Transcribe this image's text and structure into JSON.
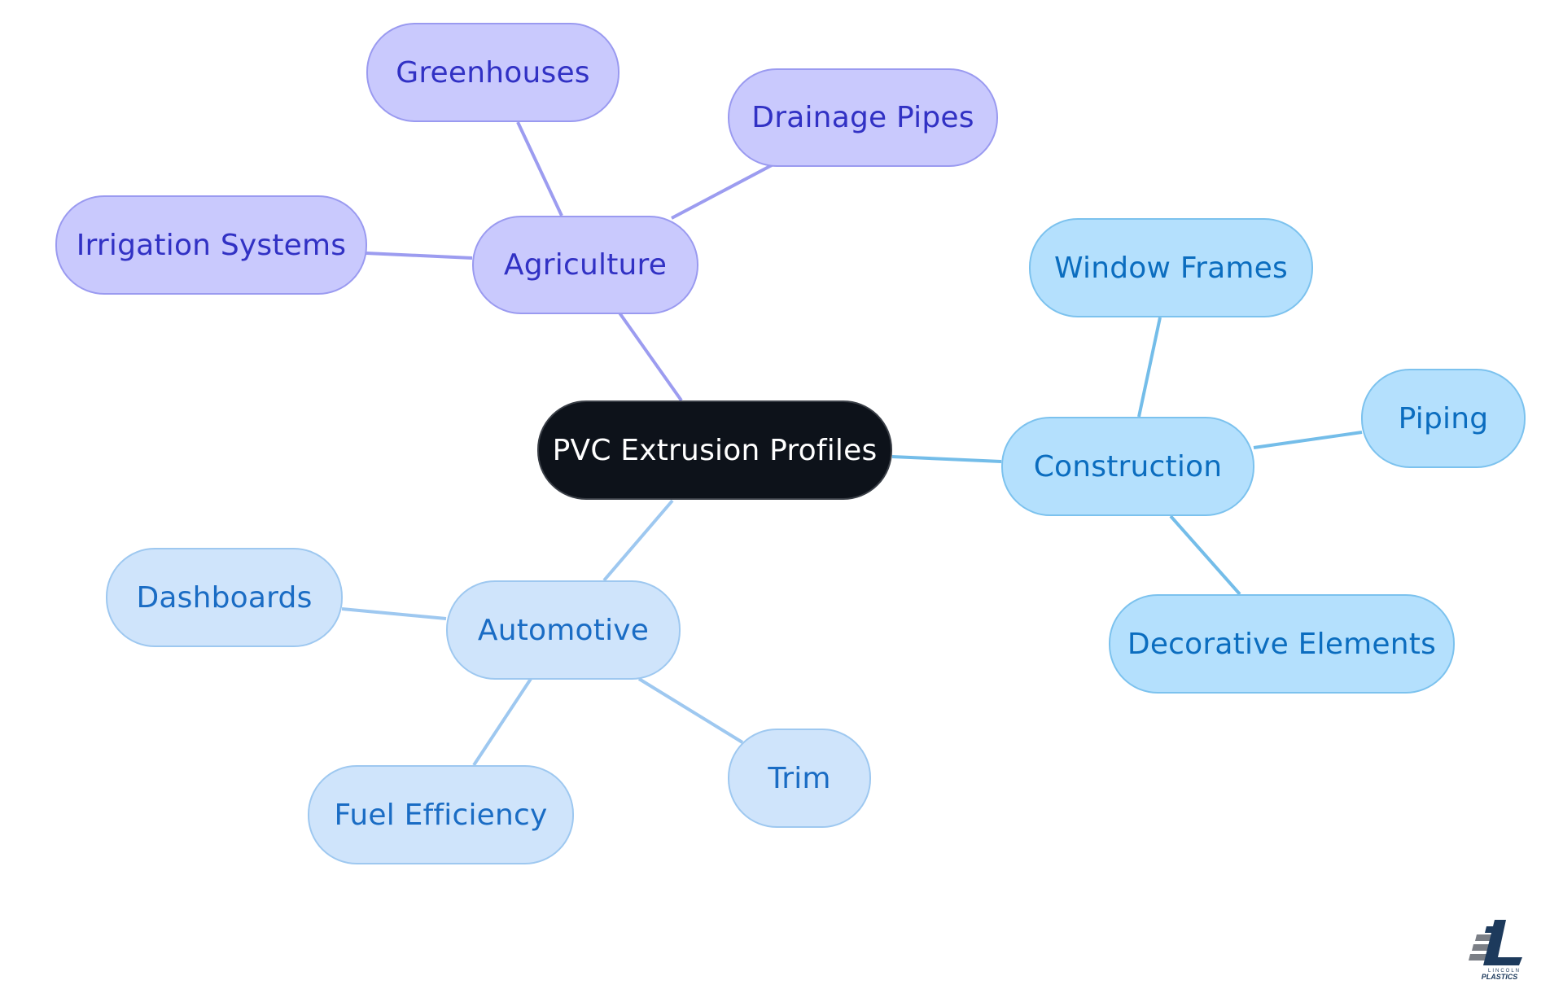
{
  "mindmap": {
    "root": {
      "label": "PVC Extrusion Profiles"
    },
    "branches": {
      "agriculture": {
        "label": "Agriculture",
        "color": "#c9c9fd",
        "children": {
          "greenhouses": "Greenhouses",
          "drainage_pipes": "Drainage Pipes",
          "irrigation_systems": "Irrigation Systems"
        }
      },
      "construction": {
        "label": "Construction",
        "color": "#b4e0fd",
        "children": {
          "window_frames": "Window Frames",
          "piping": "Piping",
          "decorative_elements": "Decorative Elements"
        }
      },
      "automotive": {
        "label": "Automotive",
        "color": "#cfe4fb",
        "children": {
          "dashboards": "Dashboards",
          "fuel_efficiency": "Fuel Efficiency",
          "trim": "Trim"
        }
      }
    }
  },
  "logo": {
    "line1": "LINCOLN",
    "line2": "PLASTICS",
    "icon": "lincoln-plastics-logo-icon"
  }
}
